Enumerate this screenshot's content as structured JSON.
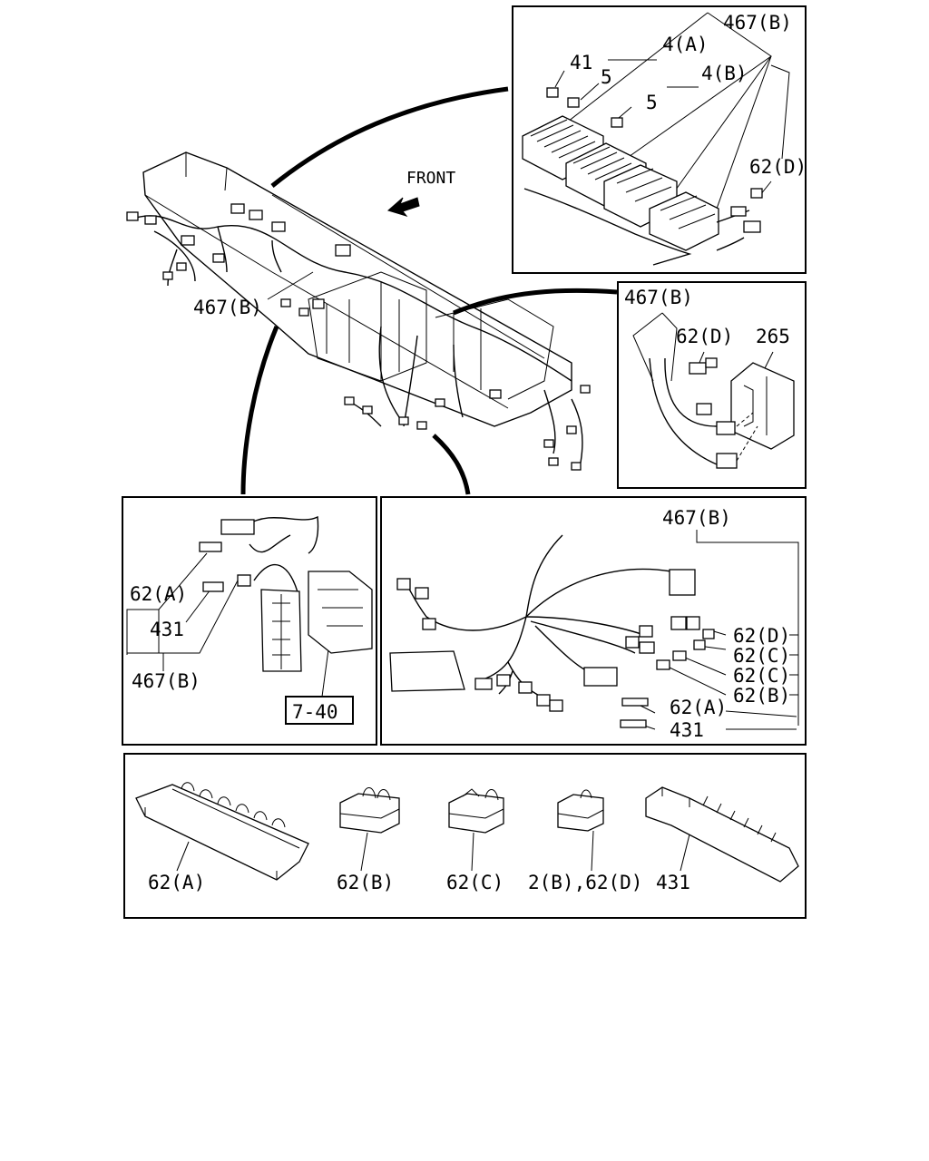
{
  "direction_label": "FRONT",
  "main_view": {
    "harness_label": "467(B)"
  },
  "panels": {
    "fuse_boxes": {
      "labels": {
        "harness": "467(B)",
        "part_41": "41",
        "part_4a": "4(A)",
        "part_5a": "5",
        "part_4b": "4(B)",
        "part_5b": "5",
        "part_62d": "62(D)"
      }
    },
    "connector_265": {
      "labels": {
        "harness": "467(B)",
        "part_62d": "62(D)",
        "part_265": "265"
      }
    },
    "left_detail": {
      "labels": {
        "part_62a": "62(A)",
        "part_431": "431",
        "harness": "467(B)",
        "ref": "7-40"
      }
    },
    "right_detail": {
      "labels": {
        "harness": "467(B)",
        "c1": "62(D)",
        "c2": "62(C)",
        "c3": "62(C)",
        "c4": "62(B)",
        "c5": "62(A)",
        "c6": "431"
      }
    },
    "parts_legend": {
      "items": [
        {
          "label": "62(A)"
        },
        {
          "label": "62(B)"
        },
        {
          "label": "62(C)"
        },
        {
          "label": "2(B),62(D)"
        },
        {
          "label": "431"
        }
      ]
    }
  }
}
